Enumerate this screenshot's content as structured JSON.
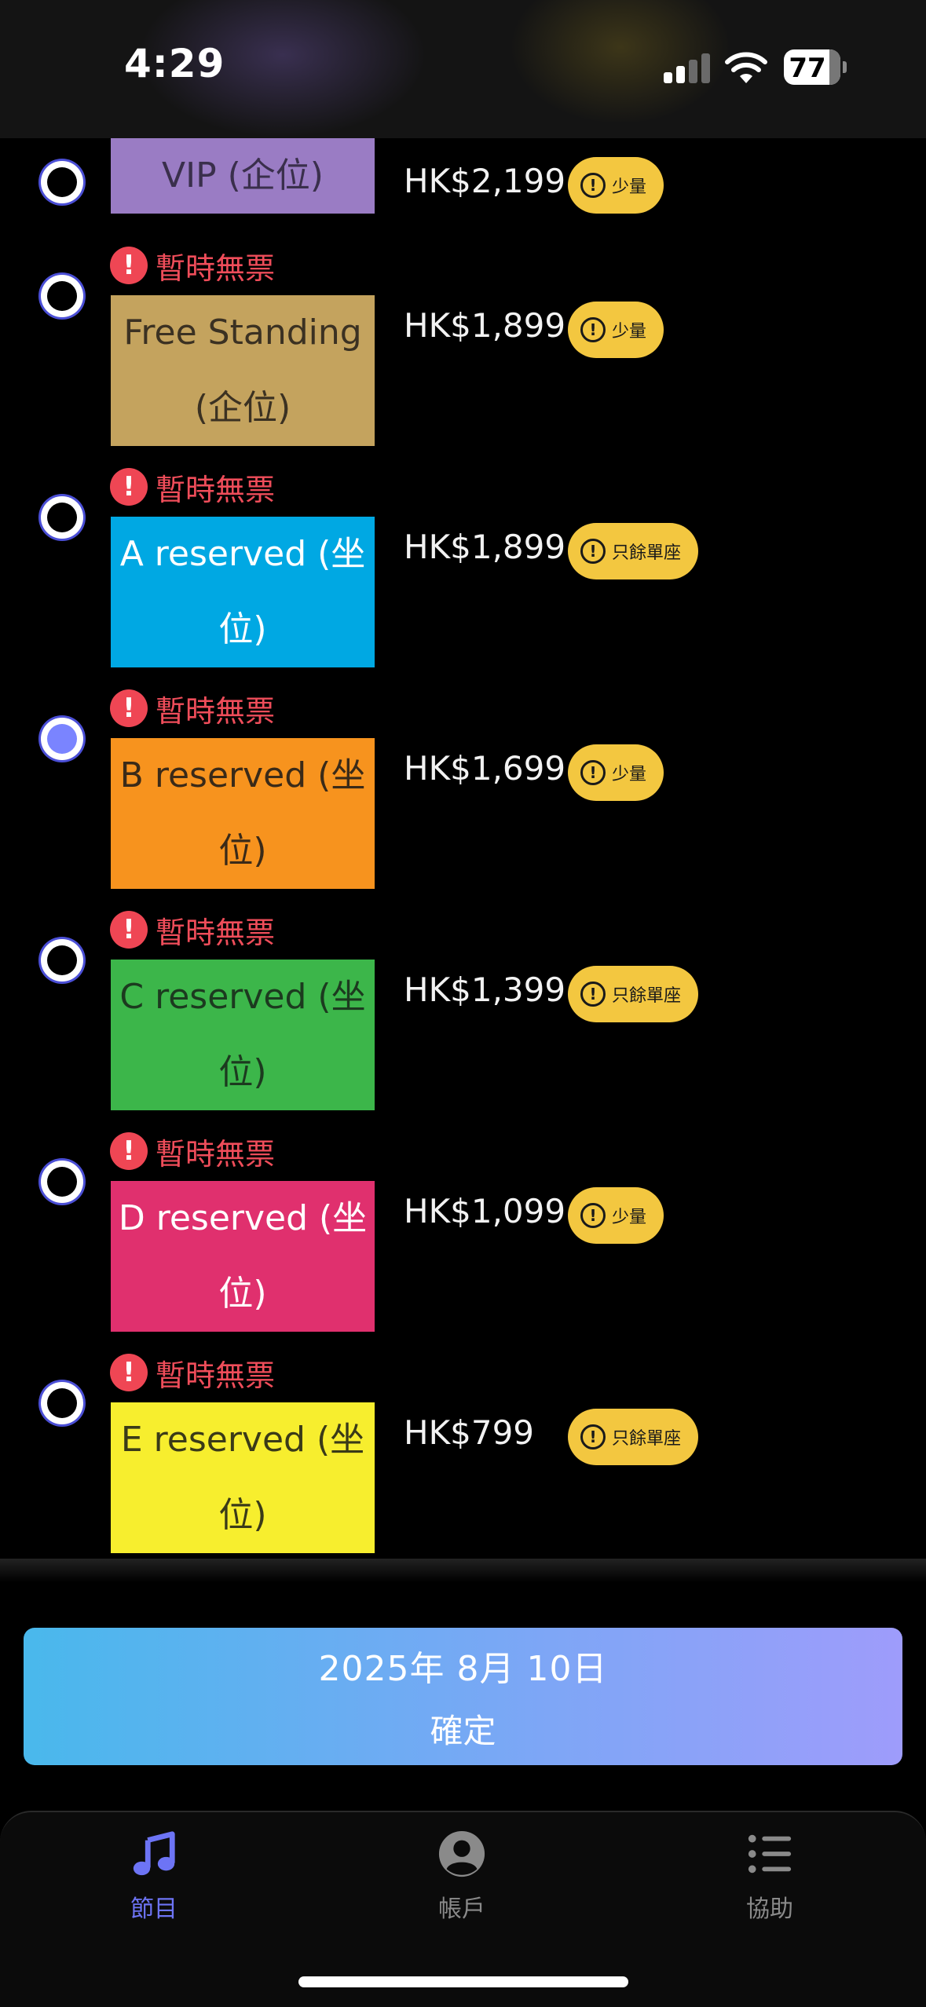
{
  "status_bar": {
    "time": "4:29",
    "battery": "77"
  },
  "colors": {
    "warning": "#ef4654",
    "badge": "#f3c740",
    "accent": "#6d74f5"
  },
  "tickets": [
    {
      "name": "VIP (企位)",
      "price": "HK$2,199",
      "badge": "少量",
      "warning": "",
      "color": "#9a7cc4",
      "text_color": "#3a2f4c",
      "selected": false
    },
    {
      "name": "Free Standing (企位)",
      "price": "HK$1,899",
      "badge": "少量",
      "warning": "暫時無票",
      "color": "#c4a35e",
      "text_color": "#3b3122",
      "selected": false
    },
    {
      "name": "A reserved (坐位)",
      "price": "HK$1,899",
      "badge": "只餘單座",
      "warning": "暫時無票",
      "color": "#00a8e3",
      "text_color": "#ffffff",
      "selected": false
    },
    {
      "name": "B reserved (坐位)",
      "price": "HK$1,699",
      "badge": "少量",
      "warning": "暫時無票",
      "color": "#f7931e",
      "text_color": "#3a2a18",
      "selected": true
    },
    {
      "name": "C reserved (坐位)",
      "price": "HK$1,399",
      "badge": "只餘單座",
      "warning": "暫時無票",
      "color": "#3cb64a",
      "text_color": "#1c3a1f",
      "selected": false
    },
    {
      "name": "D reserved (坐位)",
      "price": "HK$1,099",
      "badge": "少量",
      "warning": "暫時無票",
      "color": "#e0306e",
      "text_color": "#ffffff",
      "selected": false
    },
    {
      "name": "E reserved (坐位)",
      "price": "HK$799",
      "badge": "只餘單座",
      "warning": "暫時無票",
      "color": "#f7ee2e",
      "text_color": "#3a3a18",
      "selected": false
    }
  ],
  "confirm": {
    "date": "2025年 8月 10日",
    "label": "確定"
  },
  "tabs": [
    {
      "label": "節目",
      "icon": "music-note-icon",
      "active": true
    },
    {
      "label": "帳戶",
      "icon": "account-circle-icon",
      "active": false
    },
    {
      "label": "協助",
      "icon": "list-icon",
      "active": false
    }
  ]
}
